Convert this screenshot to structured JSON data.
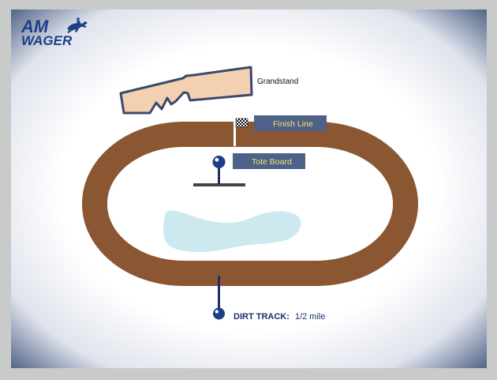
{
  "logo": {
    "line1": "AM",
    "line2": "WAGER"
  },
  "labels": {
    "grandstand": "Grandstand",
    "finish_line": "Finish Line",
    "tote_board": "Tote Board",
    "track_type": "DIRT TRACK:",
    "track_length": "1/2 mile"
  },
  "icons": {
    "logo_mark": "horse-rider-icon",
    "finish_flag": "checkered-flag-icon",
    "tote_pin": "pin-icon",
    "track_pin": "pin-icon"
  },
  "colors": {
    "frame": "#c9cbca",
    "vignette": "#44577f",
    "track": "#8b5732",
    "infield": "#ffffff",
    "lake": "#cbe9ef",
    "grandstand_fill": "#f4d0b2",
    "grandstand_stroke": "#3a4a6b",
    "label_box": "#4e6189",
    "label_text": "#f6e06a",
    "navy": "#1c2f66",
    "logo": "#1c3f86"
  }
}
